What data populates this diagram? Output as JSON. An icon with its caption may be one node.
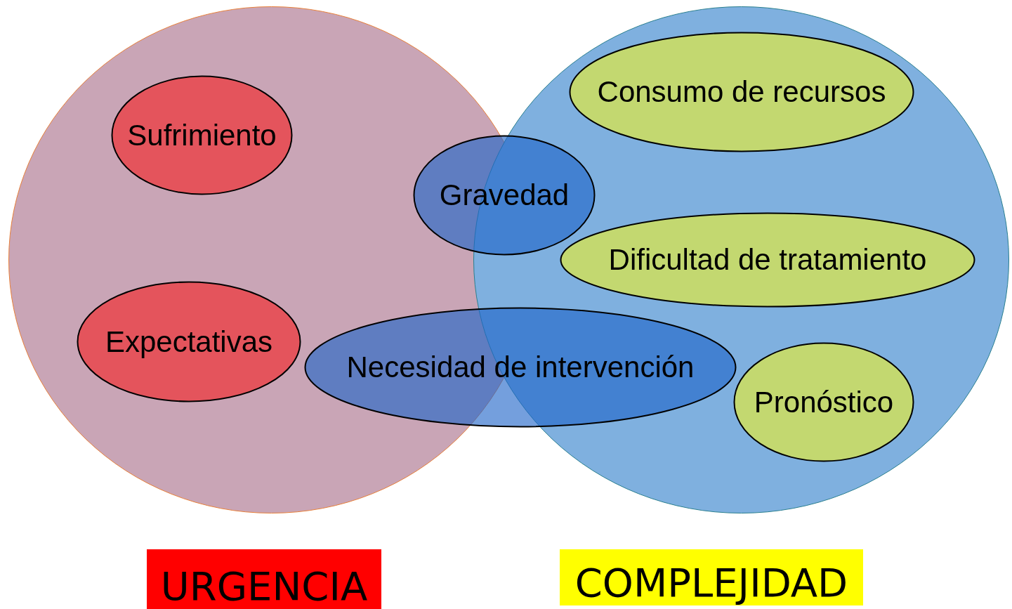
{
  "diagram": {
    "nodes": [
      {
        "text": [
          "URGENCIA"
        ]
      },
      {
        "text": [
          "Sufrimiento"
        ],
        "in": 0
      },
      {
        "text": [
          "Expectativas"
        ],
        "in": 0
      },
      {
        "text": [
          "COMPLEJIDAD"
        ]
      },
      {
        "text": [
          "Consumo de recursos"
        ],
        "in": 3
      },
      {
        "text": [
          "Gravedad"
        ]
      },
      {
        "text": [
          "Dificultad de tratamiento"
        ],
        "in": 3
      },
      {
        "text": [
          "Necesidad de intervención"
        ]
      },
      {
        "text": [
          "Pronóstico"
        ],
        "in": 3
      }
    ],
    "edges": []
  }
}
